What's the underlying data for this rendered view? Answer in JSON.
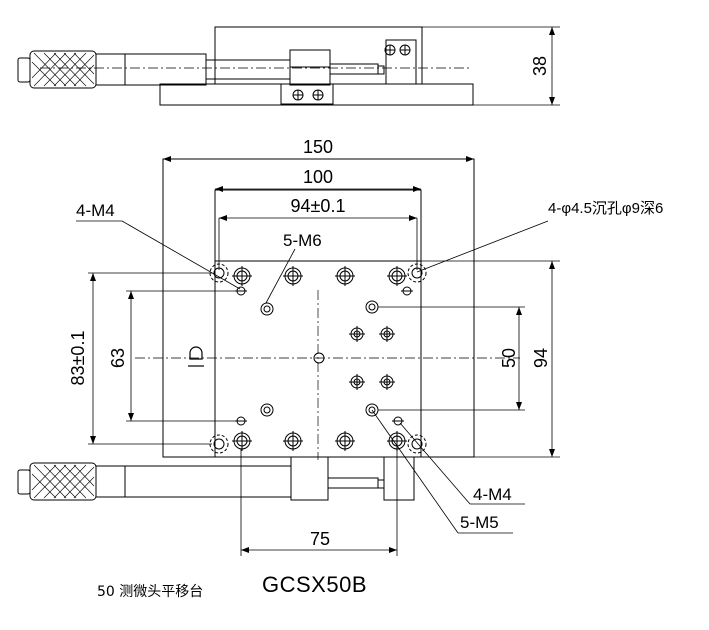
{
  "dimensions": {
    "height_side": "38",
    "width_total": "150",
    "width_inner": "100",
    "hole_spacing": "94±0.1",
    "height_total": "94",
    "slot_spacing": "50",
    "spacing_left": "83±0.1",
    "spacing_inner": "63",
    "micrometer_offset": "75"
  },
  "callouts": {
    "m4_top": "4-M4",
    "m6": "5-M6",
    "counterbore": "4-φ4.5沉孔φ9深6",
    "m4_bottom": "4-M4",
    "m5": "5-M5"
  },
  "caption": {
    "description": "50 测微头平移台",
    "model": "GCSX50B"
  }
}
